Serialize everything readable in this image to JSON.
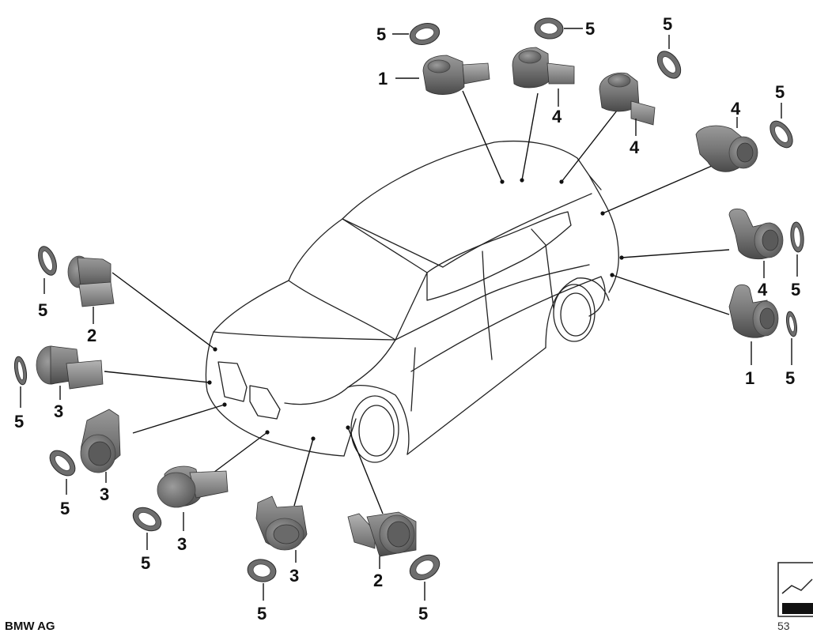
{
  "copyright": "BMW AG",
  "doc_id": "53",
  "part_numbers": [
    "1",
    "2",
    "3",
    "4",
    "5"
  ],
  "callouts": [
    {
      "id": "c1a",
      "label": "1"
    },
    {
      "id": "c4a",
      "label": "4"
    },
    {
      "id": "c4b",
      "label": "4"
    },
    {
      "id": "c4c",
      "label": "4"
    },
    {
      "id": "c4d",
      "label": "4"
    },
    {
      "id": "c1b",
      "label": "1"
    },
    {
      "id": "c2a",
      "label": "2"
    },
    {
      "id": "c3a",
      "label": "3"
    },
    {
      "id": "c3b",
      "label": "3"
    },
    {
      "id": "c3c",
      "label": "3"
    },
    {
      "id": "c3d",
      "label": "3"
    },
    {
      "id": "c2b",
      "label": "2"
    }
  ],
  "rings": [
    {
      "id": "r1",
      "label": "5"
    },
    {
      "id": "r2",
      "label": "5"
    },
    {
      "id": "r3",
      "label": "5"
    },
    {
      "id": "r4",
      "label": "5"
    },
    {
      "id": "r5",
      "label": "5"
    },
    {
      "id": "r6",
      "label": "5"
    },
    {
      "id": "r7",
      "label": "5"
    },
    {
      "id": "r8",
      "label": "5"
    },
    {
      "id": "r9",
      "label": "5"
    },
    {
      "id": "r10",
      "label": "5"
    },
    {
      "id": "r11",
      "label": "5"
    },
    {
      "id": "r12",
      "label": "5"
    }
  ],
  "colors": {
    "sensor": "#6f6f6f",
    "sensor_light": "#a9a9a9",
    "ring": "#6d6d6d",
    "line": "#111111"
  }
}
